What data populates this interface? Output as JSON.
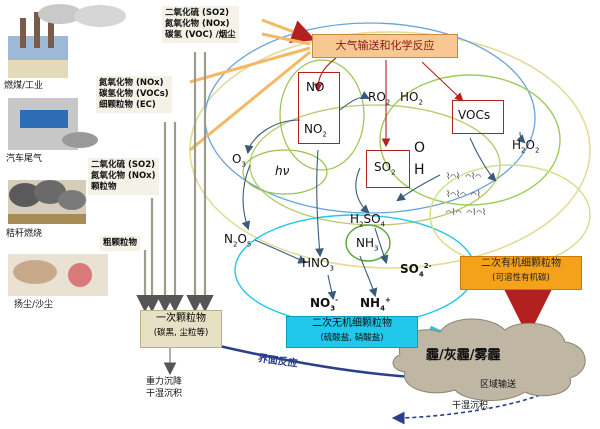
{
  "sources": [
    {
      "id": "coal",
      "label": "燃煤/工业",
      "pollutants": [
        "二氧化硫 (SO2)",
        "氮氧化物 (NOx)",
        "碳氢 (VOC) /烟尘"
      ]
    },
    {
      "id": "vehicle",
      "label": "汽车尾气",
      "pollutants": [
        "氮氧化物 (NOx)",
        "碳氢化物 (VOCs)",
        "细颗粒物 (EC)"
      ]
    },
    {
      "id": "straw",
      "label": "秸秆燃烧",
      "pollutants": [
        "二氧化硫 (SO2)",
        "氮氧化物 (NOx)",
        "颗粒物"
      ]
    },
    {
      "id": "dust",
      "label": "扬尘/沙尘",
      "pollutants": [
        "粗颗粒物"
      ]
    }
  ],
  "atmosphere_box": "大气输送和化学反应",
  "species": {
    "no": "NO",
    "no2": "NO",
    "no2_sub": "2",
    "o3": "O",
    "o3_sub": "3",
    "hv": "hν",
    "ro2": "RO",
    "ro2_sub": "2",
    "ho2": "HO",
    "ho2_sub": "2",
    "vocs": "VOCs",
    "so2": "SO",
    "so2_sub": "2",
    "o": "O",
    "h": "H",
    "h2o2": "H",
    "h2o2_a": "2",
    "h2o2_b": "O",
    "h2o2_c": "2",
    "h2so4": "H",
    "h2so4_a": "2",
    "h2so4_b": "SO",
    "h2so4_c": "4",
    "n2o5": "N",
    "n2o5_a": "2",
    "n2o5_b": "O",
    "n2o5_c": "5",
    "hno3": "HNO",
    "hno3_sub": "3",
    "nh3": "NH",
    "nh3_sub": "3",
    "no3": "NO",
    "no3_sub": "3",
    "no3_sup": "-",
    "so4": "SO",
    "so4_sub": "4",
    "so4_sup": "2-",
    "nh4": "NH",
    "nh4_sub": "4",
    "nh4_sup": "+"
  },
  "primary_particles": {
    "title": "一次颗粒物",
    "detail": "(碳黑, 尘粒等)"
  },
  "inorganic_box": {
    "title": "二次无机细颗粒物",
    "detail": "(硫酸盐, 硝酸盐)"
  },
  "organic_box": {
    "title": "二次有机细颗粒物",
    "detail": "(可溶性有机碳)"
  },
  "haze_cloud": {
    "title": "霾/灰霾/雾霾",
    "transport": "区域输送"
  },
  "interface_reaction": "界面反应",
  "deposition_left": [
    "重力沉降",
    "干湿沉积"
  ],
  "deposition_right": "干湿沉积",
  "colors": {
    "accent_orange": "#f5a21b",
    "cyan": "#21c8ec",
    "redbox": "#b32020",
    "ellipse_blue": "#6aa3d8",
    "ellipse_green": "#9fcc58",
    "ellipse_yellow": "#e8d27a"
  }
}
